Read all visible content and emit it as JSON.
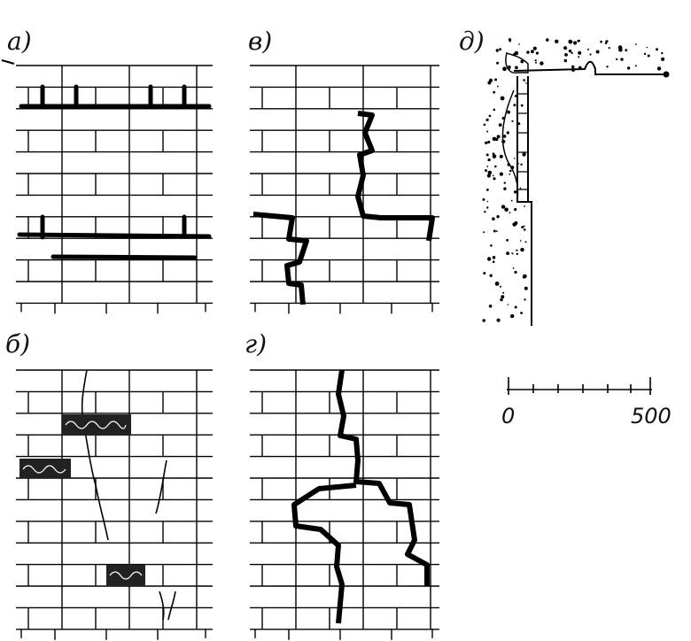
{
  "figure": {
    "panels": [
      {
        "id": "a",
        "label": "а)"
      },
      {
        "id": "v",
        "label": "в)"
      },
      {
        "id": "d",
        "label": "д)"
      },
      {
        "id": "b",
        "label": "б)"
      },
      {
        "id": "g",
        "label": "г)"
      }
    ],
    "scale": {
      "start": "0",
      "end": "500"
    }
  }
}
